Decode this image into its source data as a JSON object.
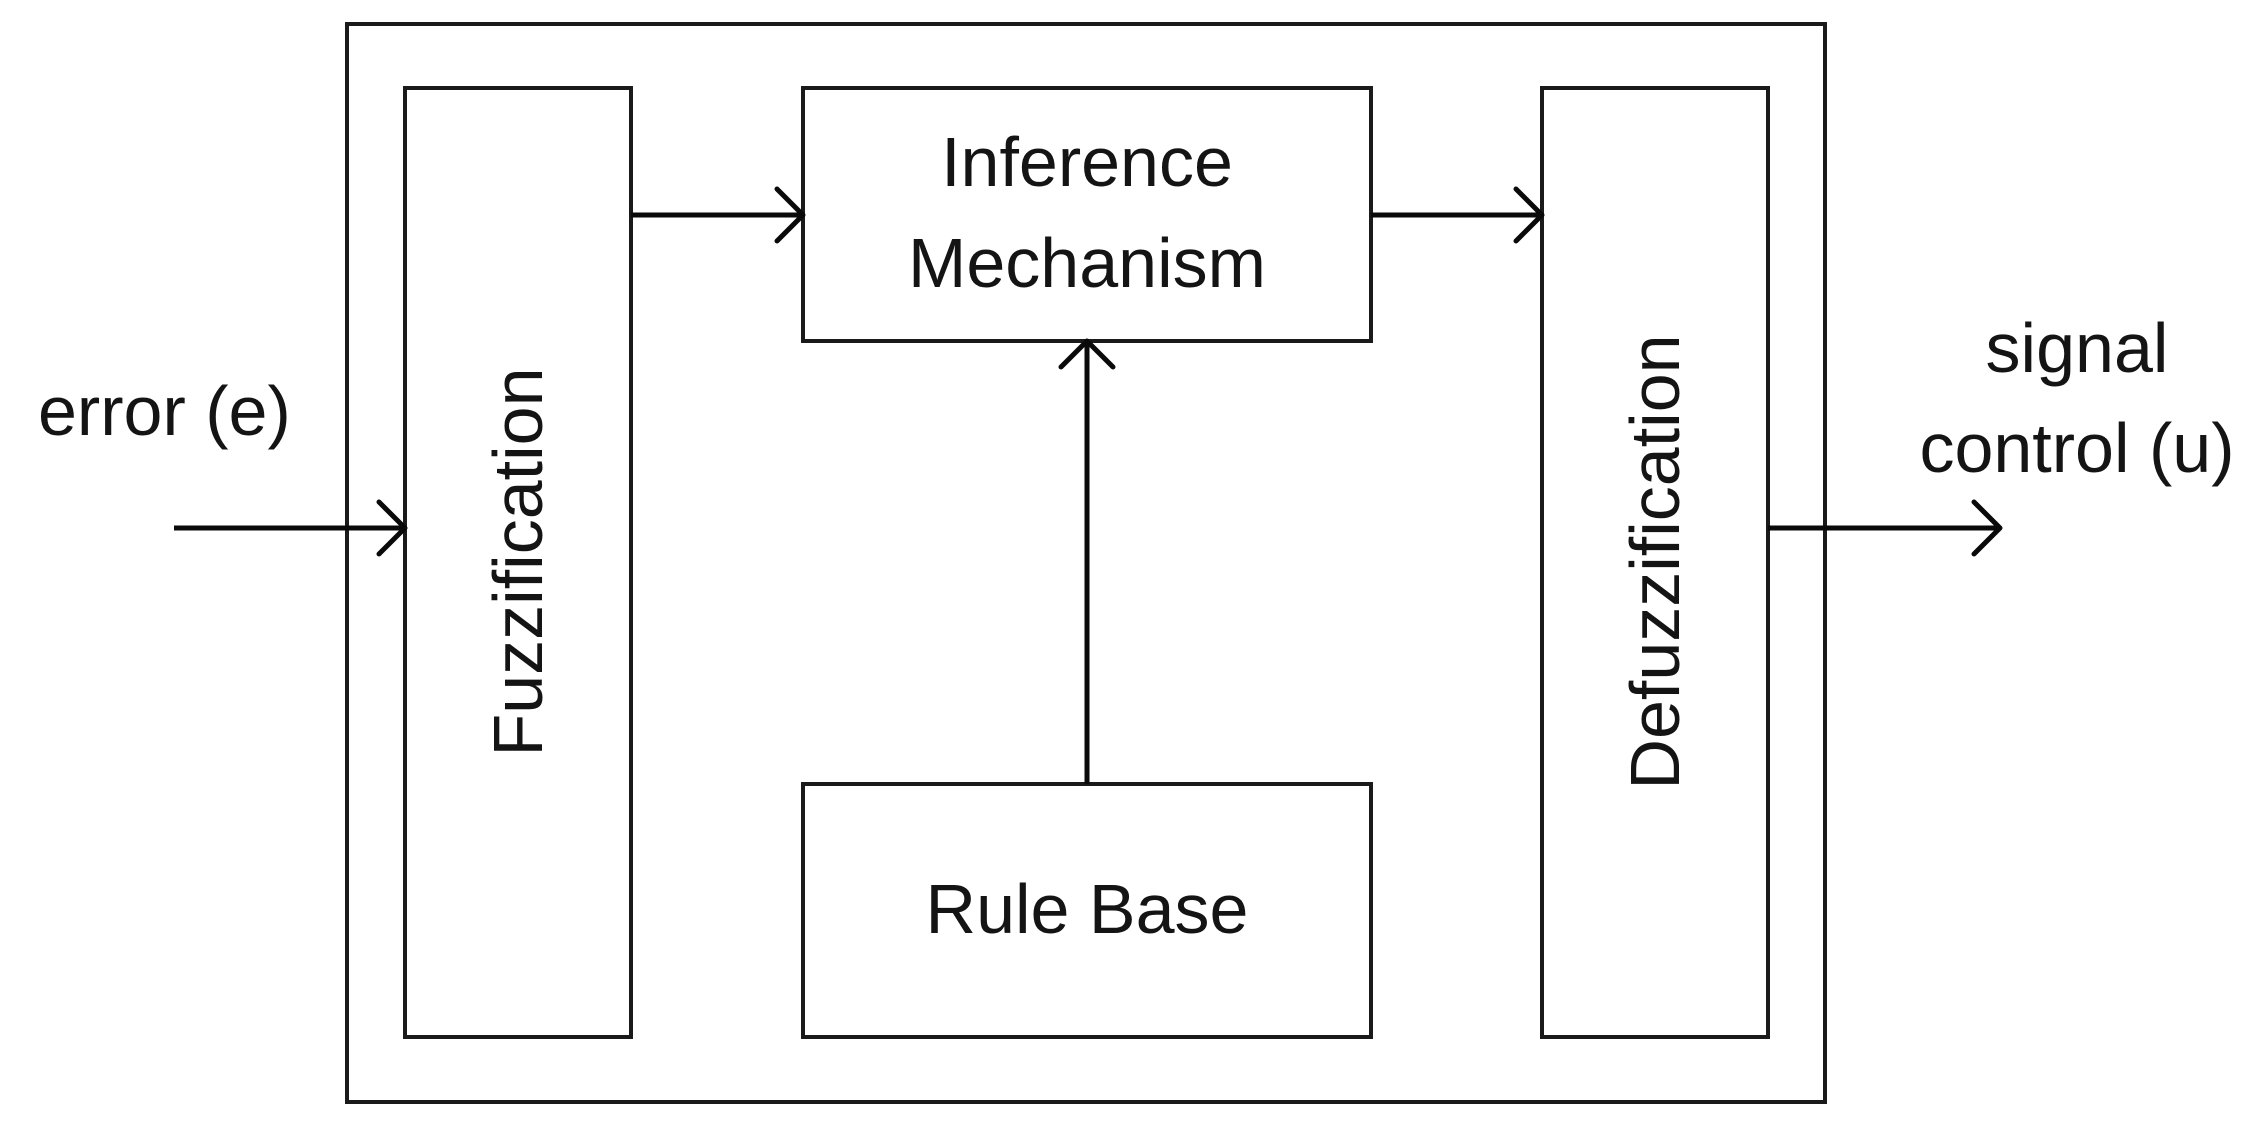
{
  "diagram": {
    "input": {
      "label": "error (e)"
    },
    "output": {
      "label_line1": "signal",
      "label_line2": "control (u)"
    },
    "blocks": {
      "fuzzification": "Fuzzification",
      "inference_line1": "Inference",
      "inference_line2": "Mechanism",
      "rule_base": "Rule Base",
      "defuzzification": "Defuzzification"
    },
    "colors": {
      "stroke": "#1a1a1a",
      "text": "#141414",
      "background": "#ffffff"
    }
  }
}
